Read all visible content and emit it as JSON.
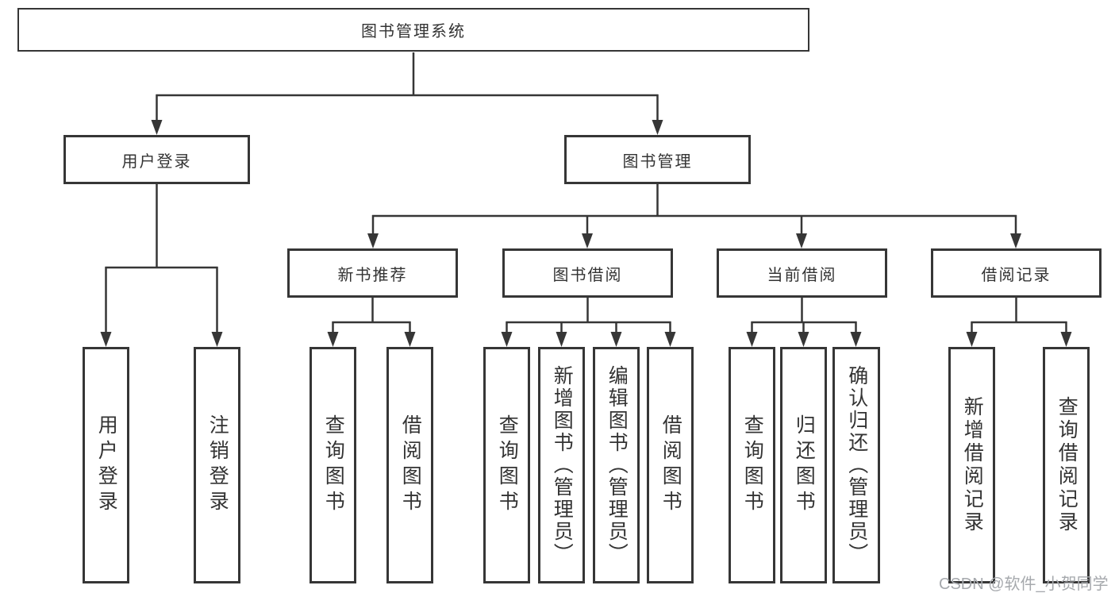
{
  "diagram": {
    "title": "图书管理系统",
    "branches": [
      {
        "label": "用户登录",
        "leaves": [
          "用户登录",
          "注销登录"
        ]
      },
      {
        "label": "图书管理",
        "children": [
          {
            "label": "新书推荐",
            "leaves": [
              "查询图书",
              "借阅图书"
            ]
          },
          {
            "label": "图书借阅",
            "leaves": [
              "查询图书",
              "新增图书（管理员）",
              "编辑图书（管理员）",
              "借阅图书"
            ]
          },
          {
            "label": "当前借阅",
            "leaves": [
              "查询图书",
              "归还图书",
              "确认归还（管理员）"
            ]
          },
          {
            "label": "借阅记录",
            "leaves": [
              "新增借阅记录",
              "查询借阅记录"
            ]
          }
        ]
      }
    ]
  },
  "watermark": "CSDN @软件_小贺同学",
  "colors": {
    "line": "#363636",
    "box_border": "#363636",
    "box_background": "#ffffff",
    "text": "#333333",
    "watermark": "#a6a9ad"
  }
}
